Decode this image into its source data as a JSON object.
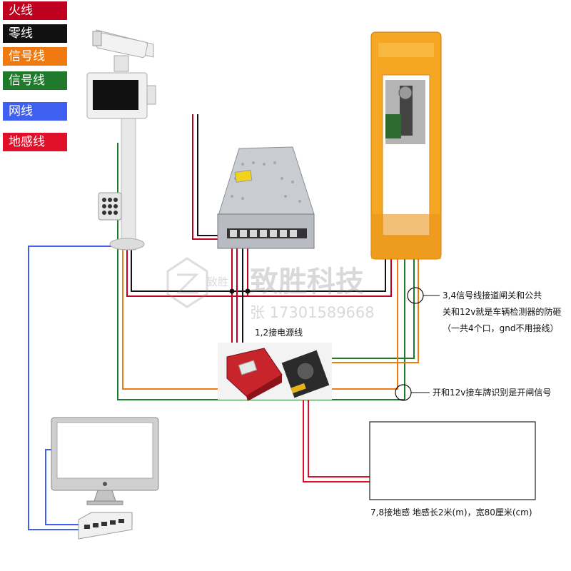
{
  "legend": [
    {
      "label": "火线",
      "color": "#c0001f"
    },
    {
      "label": "零线",
      "color": "#111111"
    },
    {
      "label": "信号线",
      "color": "#f07a10"
    },
    {
      "label": "信号线",
      "color": "#1f7a2c"
    },
    {
      "label": "网线",
      "color": "#3f5ff0"
    },
    {
      "label": "地感线",
      "color": "#e0102a"
    }
  ],
  "labels": {
    "power": "1,2接电源线",
    "barrier_line1": "3,4信号线接道闸关和公共",
    "barrier_line2": "关和12v就是车辆检测器的防砸",
    "barrier_line3": "（一共4个口，gnd不用接线）",
    "open_signal": "开和12v接车牌识别是开闸信号",
    "loop": "7,8接地感   地感长2米(m)，宽80厘米(cm)"
  },
  "watermark": {
    "brand": "致胜科技",
    "small": "致胜",
    "phone": "张 17301589668"
  },
  "colors": {
    "barrier_body": "#f5a623",
    "barrier_dark": "#e08a12",
    "psu_metal": "#c9cdd2",
    "detector_red": "#c8242c"
  }
}
